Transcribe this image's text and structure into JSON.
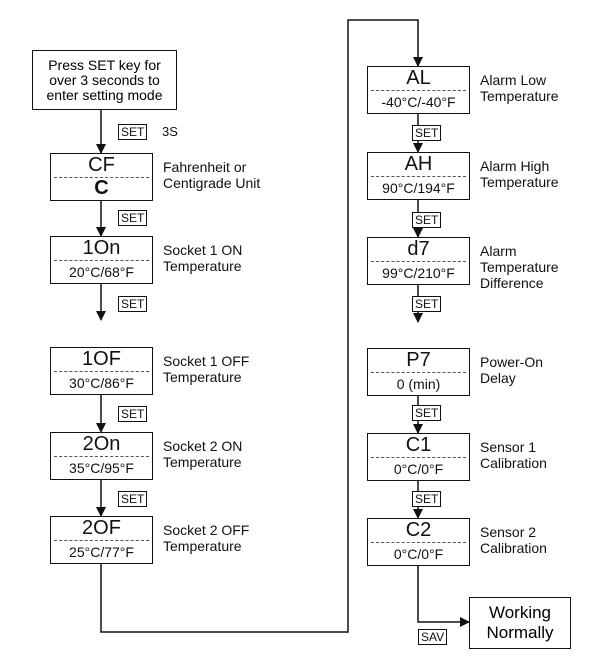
{
  "start": "Press SET key for over 3 seconds to enter setting mode",
  "hold_label": "3S",
  "keys": {
    "set": "SET",
    "save": "SAV"
  },
  "end": "Working\nNormally",
  "steps": [
    {
      "code": "CF",
      "value": "C",
      "label": "Fahrenheit or\nCentigrade Unit"
    },
    {
      "code": "1On",
      "value": "20°C/68°F",
      "label": "Socket 1 ON\nTemperature"
    },
    {
      "code": "1OF",
      "value": "30°C/86°F",
      "label": "Socket 1 OFF\nTemperature"
    },
    {
      "code": "2On",
      "value": "35°C/95°F",
      "label": "Socket 2 ON\nTemperature"
    },
    {
      "code": "2OF",
      "value": "25°C/77°F",
      "label": "Socket 2 OFF\nTemperature"
    },
    {
      "code": "AL",
      "value": "-40°C/-40°F",
      "label": "Alarm Low\nTemperature"
    },
    {
      "code": "AH",
      "value": "90°C/194°F",
      "label": "Alarm High\nTemperature"
    },
    {
      "code": "d7",
      "value": "99°C/210°F",
      "label": "Alarm\nTemperature\nDifference"
    },
    {
      "code": "P7",
      "value": "0 (min)",
      "label": "Power-On\nDelay"
    },
    {
      "code": "C1",
      "value": "0°C/0°F",
      "label": "Sensor 1\nCalibration"
    },
    {
      "code": "C2",
      "value": "0°C/0°F",
      "label": "Sensor 2\nCalibration"
    }
  ]
}
